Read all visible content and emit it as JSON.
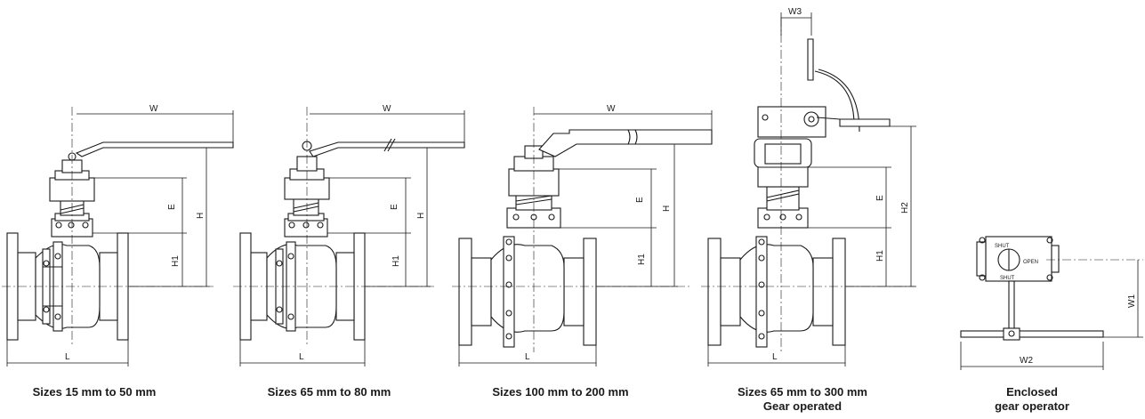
{
  "diagrams": [
    {
      "caption_lines": [
        "Sizes 15 mm to 50 mm"
      ],
      "dims": [
        "W",
        "E",
        "H",
        "H1",
        "L"
      ]
    },
    {
      "caption_lines": [
        "Sizes 65 mm to 80 mm"
      ],
      "dims": [
        "W",
        "E",
        "H",
        "H1",
        "L"
      ]
    },
    {
      "caption_lines": [
        "Sizes 100 mm to 200 mm"
      ],
      "dims": [
        "W",
        "E",
        "H",
        "H1",
        "L"
      ]
    },
    {
      "caption_lines": [
        "Sizes 65 mm to 300 mm",
        "Gear operated"
      ],
      "dims": [
        "W3",
        "E",
        "H2",
        "H1",
        "L"
      ]
    },
    {
      "caption_lines": [
        "Enclosed",
        "gear operator"
      ],
      "dims": [
        "W1",
        "W2"
      ],
      "indicator_text": [
        "SHUT",
        "OPEN",
        "SHUT"
      ]
    }
  ]
}
